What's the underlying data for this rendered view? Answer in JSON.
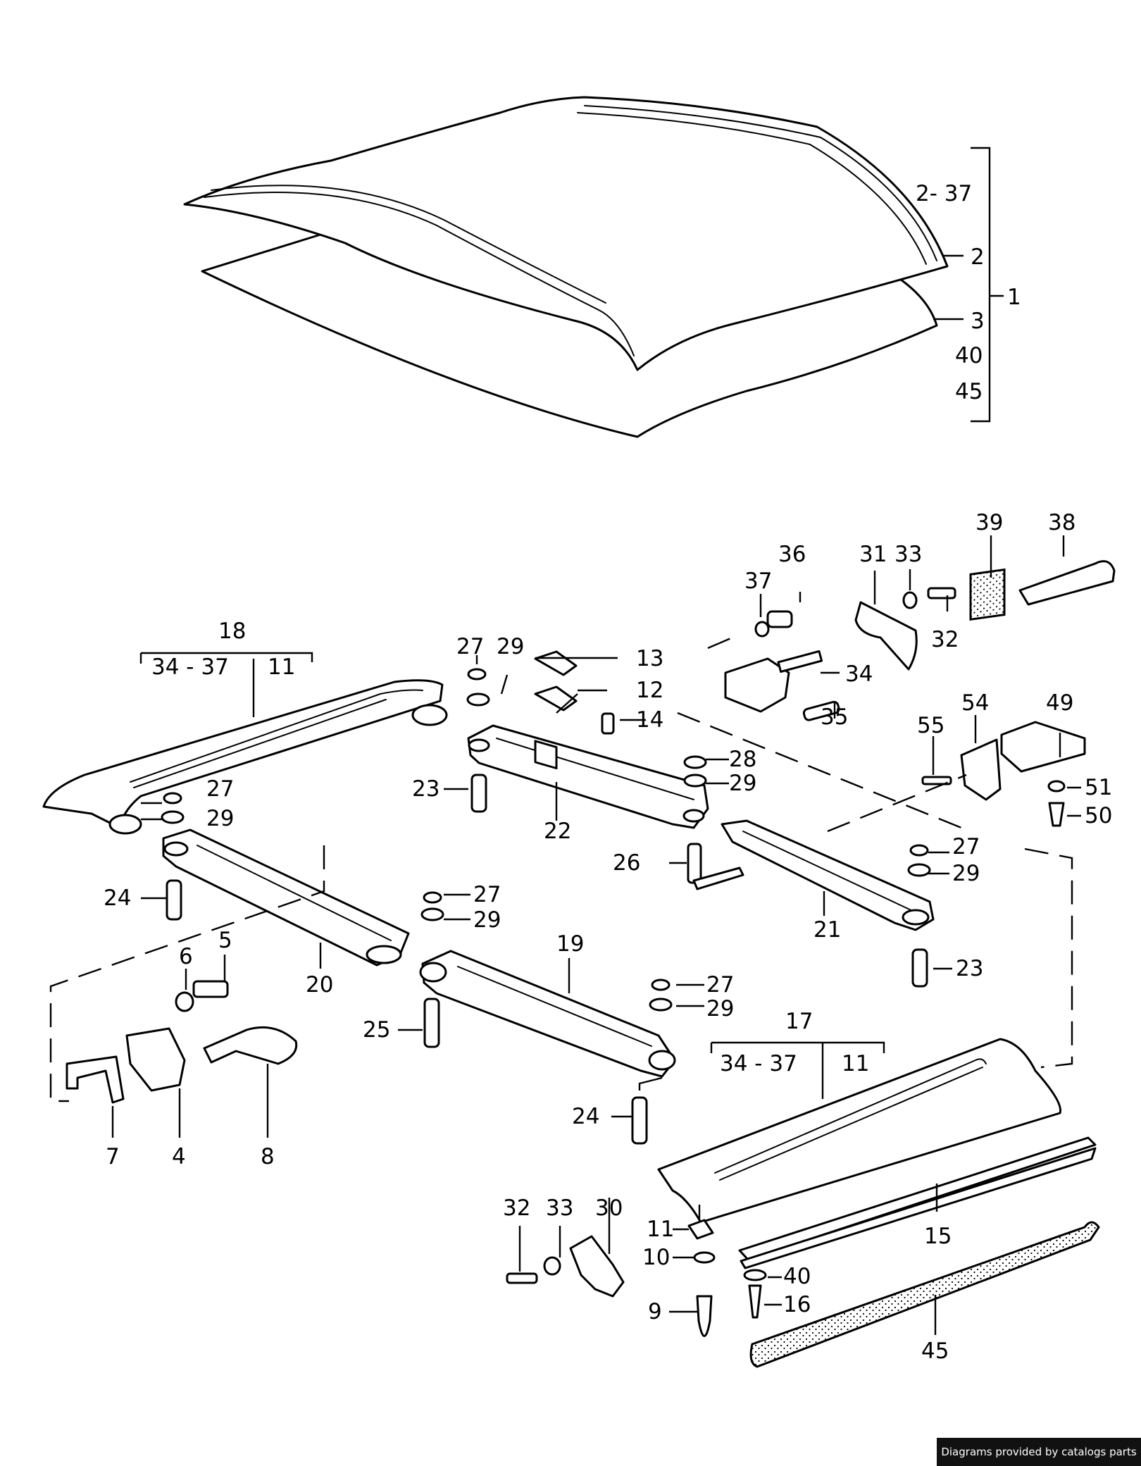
{
  "diagram": {
    "labels": [
      "1",
      "2",
      "2- 37",
      "3",
      "40",
      "45",
      "18",
      "34 - 37",
      "11",
      "27",
      "29",
      "13",
      "12",
      "14",
      "28",
      "23",
      "22",
      "36",
      "37",
      "34",
      "35",
      "31",
      "33",
      "32",
      "39",
      "38",
      "54",
      "55",
      "49",
      "51",
      "50",
      "26",
      "21",
      "24",
      "20",
      "6",
      "5",
      "19",
      "25",
      "17",
      "7",
      "4",
      "8",
      "30",
      "10",
      "9",
      "16",
      "15"
    ]
  },
  "credit": "Diagrams provided by catalogs parts"
}
